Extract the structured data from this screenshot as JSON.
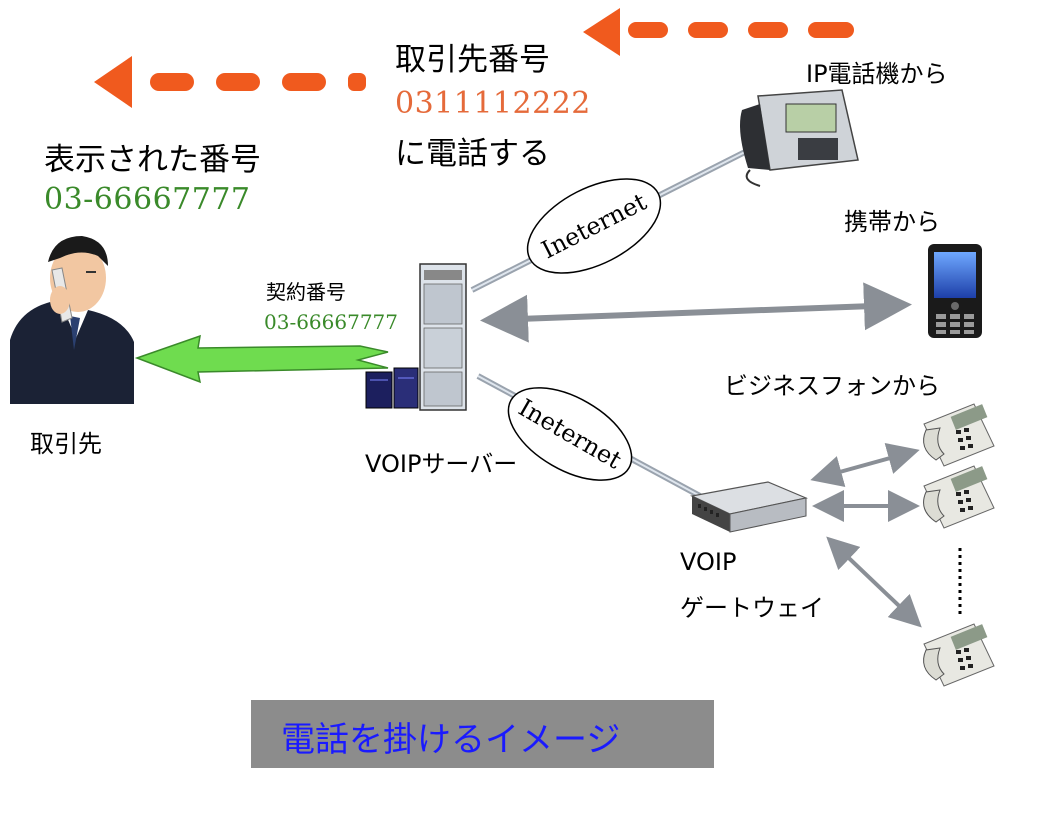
{
  "top": {
    "partner_number_label": "取引先番号",
    "partner_number": "0311112222",
    "call_text": "に電話する",
    "displayed_label": "表示された番号",
    "displayed_number": "03-66667777"
  },
  "left": {
    "partner_label": "取引先",
    "contract_label": "契約番号",
    "contract_number": "03-66667777"
  },
  "center": {
    "server_label": "VOIPサーバー",
    "internet_label_1": "Ineternet",
    "internet_label_2": "Ineternet"
  },
  "right": {
    "ip_phone_label": "IP電話機から",
    "mobile_label": "携帯から",
    "business_phone_label": "ビジネスフォンから",
    "gateway_label_1": "VOIP",
    "gateway_label_2": "ゲートウェイ"
  },
  "caption": "電話を掛けるイメージ",
  "colors": {
    "dashed_arrow": "#f05a1e",
    "green_arrow": "#6fdc4f",
    "gray_link": "#8a8f96",
    "number_green": "#3a8a2a",
    "number_orange": "#e56a3a",
    "caption_bg": "#8c8c8c",
    "caption_text": "#1a1aff"
  },
  "icons": [
    "person-on-phone-icon",
    "voip-server-icon",
    "ip-phone-icon",
    "mobile-phone-icon",
    "gateway-icon",
    "business-phone-icon"
  ]
}
